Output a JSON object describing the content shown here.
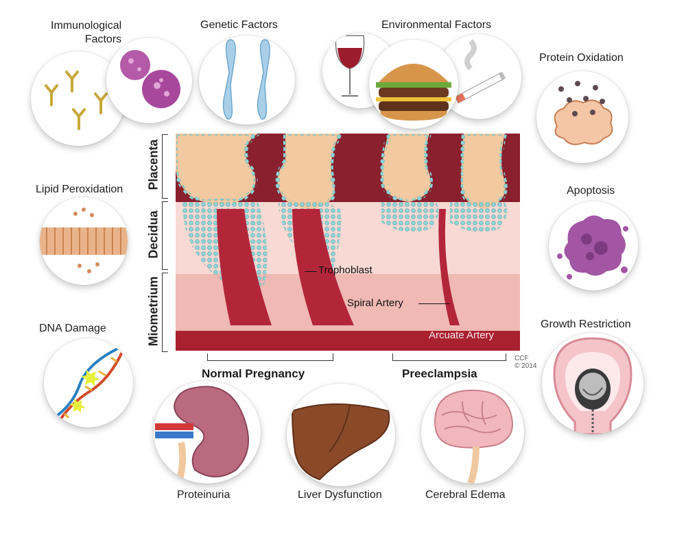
{
  "factors": {
    "immunological": "Immunological\nFactors",
    "genetic": "Genetic Factors",
    "environmental": "Environmental Factors",
    "protein_oxidation": "Protein Oxidation",
    "lipid_peroxidation": "Lipid Peroxidation",
    "apoptosis": "Apoptosis",
    "dna_damage": "DNA Damage",
    "growth_restriction": "Growth Restriction",
    "proteinuria": "Proteinuria",
    "liver_dysfunction": "Liver Dysfunction",
    "cerebral_edema": "Cerebral Edema"
  },
  "layers": {
    "placenta": "Placenta",
    "decidua": "Decidua",
    "miometrium": "Miometrium"
  },
  "annotations": {
    "trophoblast": "Trophoblast",
    "spiral_artery": "Spiral Artery",
    "arcuate_artery": "Arcuate Artery"
  },
  "categories": {
    "normal": "Normal Pregnancy",
    "preeclampsia": "Preeclampsia"
  },
  "signature": {
    "org": "CCF",
    "year": "© 2014"
  },
  "colors": {
    "placenta_dark": "#8a1f2e",
    "artery": "#b3263a",
    "villi": "#f2c9a0",
    "trophoblast_cells": "#8fd3d6",
    "decidua": "#f8d9d3",
    "myometrium": "#f0b9b4"
  }
}
